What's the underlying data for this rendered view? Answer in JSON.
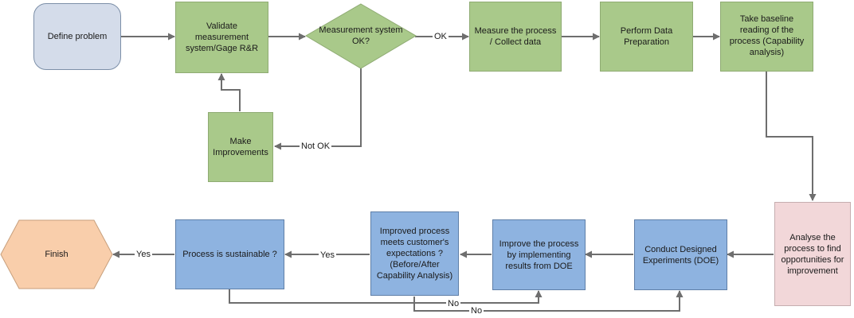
{
  "nodes": {
    "define_problem": "Define problem",
    "validate": "Validate measurement system/Gage R&R",
    "measurement_ok": "Measurement system OK?",
    "measure_process": "Measure the process / Collect data",
    "data_prep": "Perform Data Preparation",
    "baseline": "Take baseline reading of the process (Capability analysis)",
    "make_improvements": "Make Improvements",
    "analyse": "Analyse the process to find opportunities for improvement",
    "doe": "Conduct Designed Experiments (DOE)",
    "improve": "Improve the process by implementing results from DOE",
    "meets_expectations": "Improved process meets customer's expectations ? (Before/After Capability Analysis)",
    "sustainable": "Process is sustainable ?",
    "finish": "Finish"
  },
  "edges": {
    "ok": "OK",
    "not_ok": "Not OK",
    "yes_1": "Yes",
    "yes_2": "Yes",
    "no_1": "No",
    "no_2": "No"
  },
  "colors": {
    "process_green": "#a9c98a",
    "process_blue": "#8eb3e0",
    "analyse_pink": "#f2d7d9",
    "start_grey": "#d4dcea",
    "finish_orange": "#f9ceab",
    "connector": "#6e6e6e"
  }
}
